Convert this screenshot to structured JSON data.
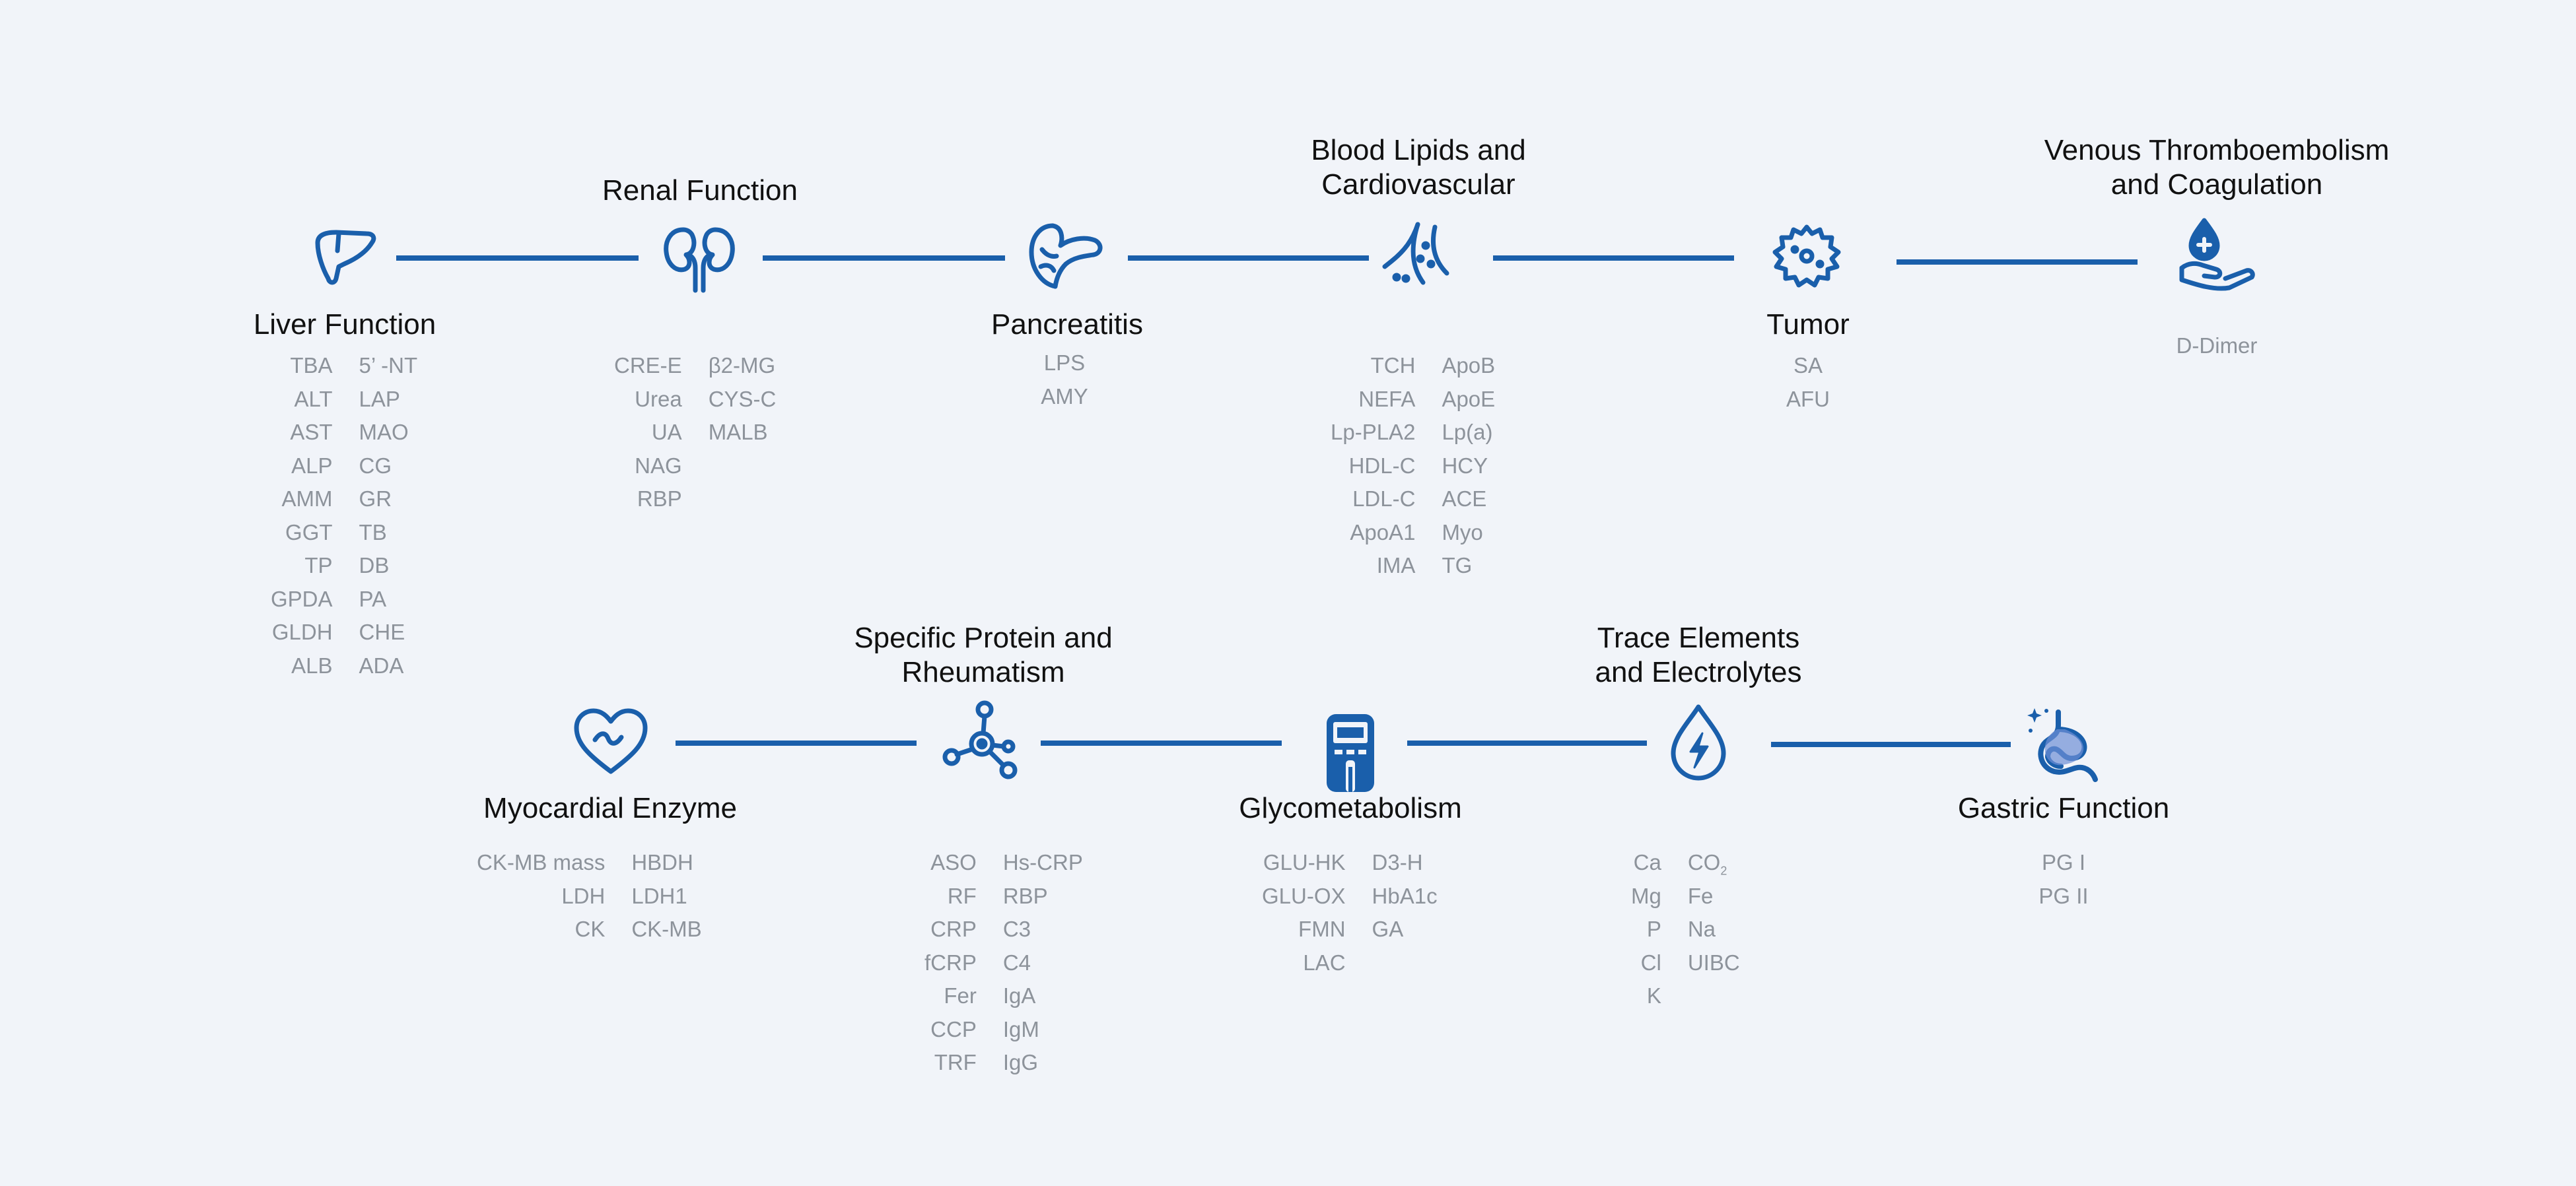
{
  "colors": {
    "accent": "#1a5fab",
    "accent_light": "#6e8fd6",
    "text": "#111111",
    "muted": "#8d939b",
    "background": "#f1f4f9"
  },
  "categories": {
    "liver": {
      "title": "Liver Function",
      "icon": "liver-icon",
      "left": [
        "TBA",
        "ALT",
        "AST",
        "ALP",
        "AMM",
        "GGT",
        "TP",
        "GPDA",
        "GLDH",
        "ALB"
      ],
      "right": [
        "5’ -NT",
        "LAP",
        "MAO",
        "CG",
        "GR",
        "TB",
        "DB",
        "PA",
        "CHE",
        "ADA"
      ]
    },
    "renal": {
      "title": "Renal Function",
      "icon": "kidney-icon",
      "left": [
        "CRE-E",
        "Urea",
        "UA",
        "NAG",
        "RBP"
      ],
      "right": [
        "β2-MG",
        "CYS-C",
        "MALB"
      ]
    },
    "pancreatitis": {
      "title": "Pancreatitis",
      "icon": "pancreas-icon",
      "items": [
        "LPS",
        "AMY"
      ]
    },
    "lipids": {
      "title": "Blood Lipids and\nCardiovascular",
      "icon": "blood-vessel-icon",
      "left": [
        "TCH",
        "NEFA",
        "Lp-PLA2",
        "HDL-C",
        "LDL-C",
        "ApoA1",
        "IMA"
      ],
      "right": [
        "ApoB",
        "ApoE",
        "Lp(a)",
        "HCY",
        "ACE",
        "Myo",
        "TG"
      ]
    },
    "tumor": {
      "title": "Tumor",
      "icon": "tumor-cell-icon",
      "items": [
        "SA",
        "AFU"
      ]
    },
    "vte": {
      "title": "Venous Thromboembolism\nand Coagulation",
      "icon": "blood-drop-hand-icon",
      "items": [
        "D-Dimer"
      ]
    },
    "myocardial": {
      "title": "Myocardial Enzyme",
      "icon": "heart-icon",
      "left": [
        "CK-MB mass",
        "LDH",
        "CK"
      ],
      "right": [
        "HBDH",
        "LDH1",
        "CK-MB"
      ]
    },
    "protein": {
      "title": "Specific Protein and\nRheumatism",
      "icon": "molecule-icon",
      "left": [
        "ASO",
        "RF",
        "CRP",
        "fCRP",
        "Fer",
        "CCP",
        "TRF"
      ],
      "right": [
        "Hs-CRP",
        "RBP",
        "C3",
        "C4",
        "IgA",
        "IgM",
        "IgG"
      ]
    },
    "glyco": {
      "title": "Glycometabolism",
      "icon": "glucose-meter-icon",
      "left": [
        "GLU-HK",
        "GLU-OX",
        "FMN",
        "LAC"
      ],
      "right": [
        "D3-H",
        "HbA1c",
        "GA"
      ]
    },
    "trace": {
      "title": "Trace Elements\nand Electrolytes",
      "icon": "electrolyte-drop-icon",
      "left": [
        "Ca",
        "Mg",
        "P",
        "Cl",
        "K"
      ],
      "right": [
        "CO",
        "Fe",
        "Na",
        "UIBC"
      ],
      "co2_subscript": "2"
    },
    "gastric": {
      "title": "Gastric Function",
      "icon": "stomach-icon",
      "items": [
        "PG I",
        "PG II"
      ]
    }
  }
}
